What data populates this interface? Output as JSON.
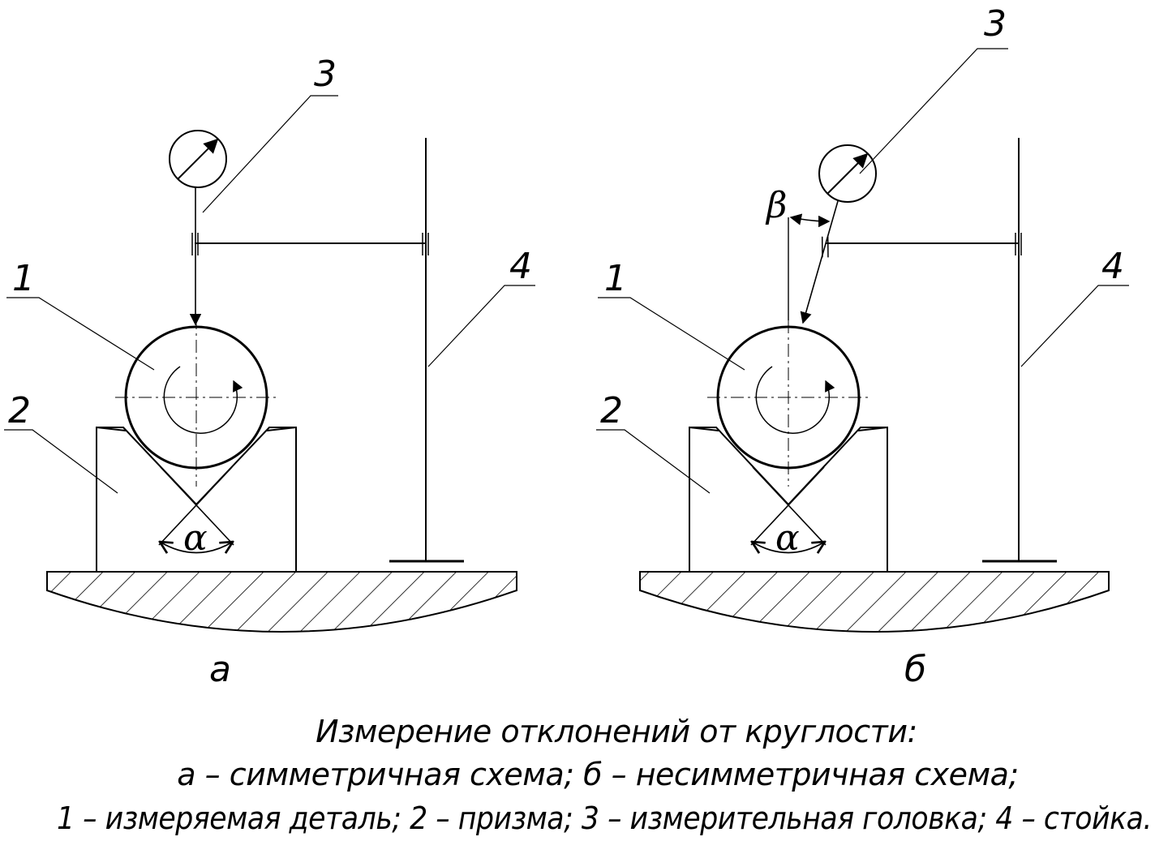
{
  "labels": {
    "detail": "1",
    "prism": "2",
    "head": "3",
    "stand": "4",
    "alpha": "α",
    "beta": "β"
  },
  "figures": {
    "a": "а",
    "b": "б"
  },
  "caption": {
    "line1": "Измерение отклонений от круглости:",
    "line2": "а – симметричная схема; б – несимметричная схема;",
    "line3": "1 – измеряемая деталь; 2 – призма; 3 – измерительная головка; 4 – стойка."
  }
}
